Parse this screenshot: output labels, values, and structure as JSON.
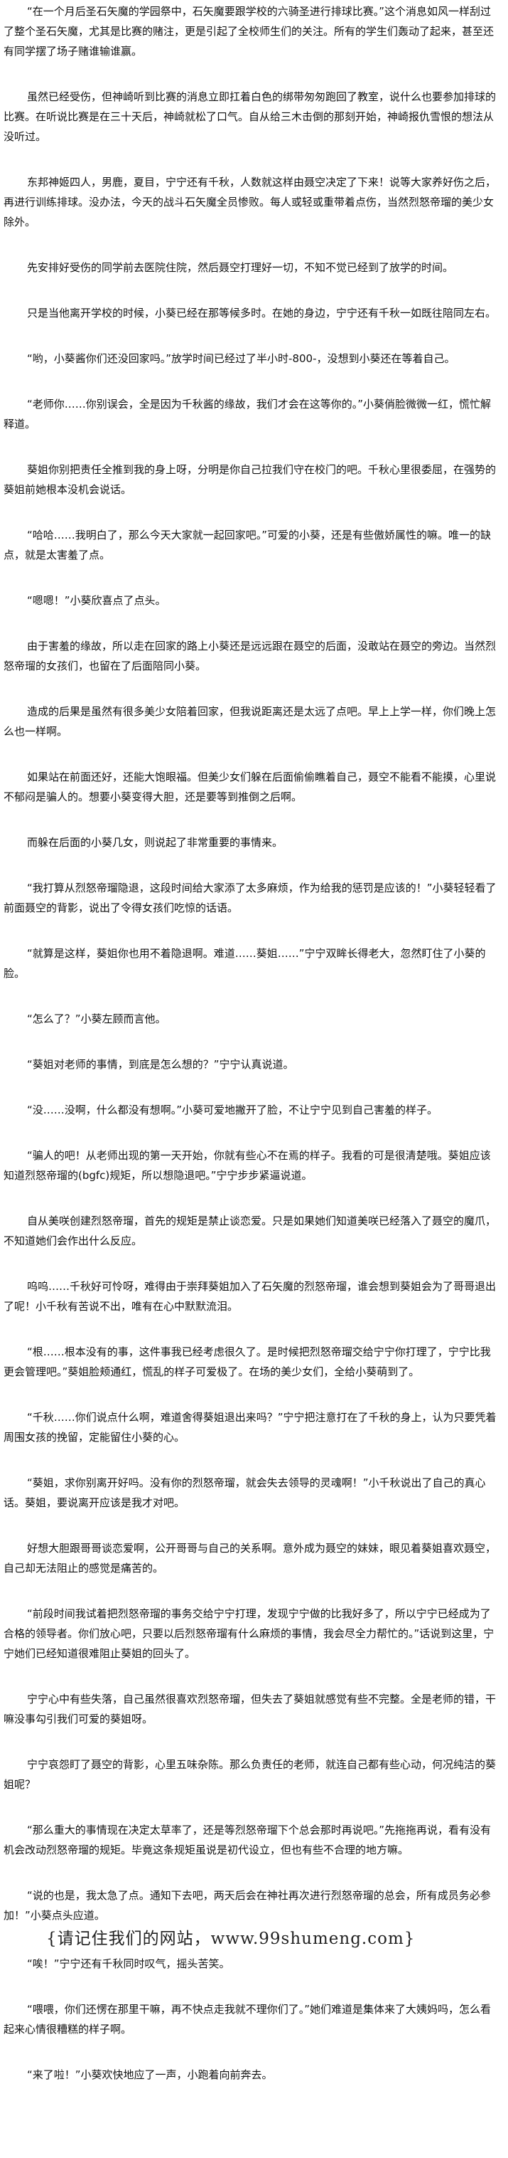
{
  "paragraphs": [
    "“在一个月后圣石矢魔的学园祭中，石矢魔要跟学校的六骑圣进行排球比赛。”这个消息如风一样刮过了整个圣石矢魔，尤其是比赛的赌注，更是引起了全校师生们的关注。所有的学生们轰动了起来，甚至还有同学摆了场子赌谁输谁赢。",
    "虽然已经受伤，但神崎听到比赛的消息立即扛着白色的绑带匆匆跑回了教室，说什么也要参加排球的比赛。在听说比赛是在三十天后，神崎就松了口气。自从给三木击倒的那刻开始，神崎报仇雪恨的想法从没听过。",
    "东邦神姬四人，男鹿，夏目，宁宁还有千秋，人数就这样由聂空决定了下来！说等大家养好伤之后，再进行训练排球。没办法，今天的战斗石矢魔全员惨败。每人或轻或重带着点伤，当然烈怒帝瑠的美少女除外。",
    "先安排好受伤的同学前去医院住院，然后聂空打理好一切，不知不觉已经到了放学的时间。",
    "只是当他离开学校的时候，小葵已经在那等候多时。在她的身边，宁宁还有千秋一如既往陪同左右。",
    "“哟，小葵酱你们还没回家吗。”放学时间已经过了半小时-800-，没想到小葵还在等着自己。",
    "“老师你……你别误会，全是因为千秋酱的缘故，我们才会在这等你的。”小葵俏脸微微一红，慌忙解释道。",
    "葵姐你别把责任全推到我的身上呀，分明是你自己拉我们守在校门的吧。千秋心里很委屈，在强势的葵姐前她根本没机会说话。",
    "“哈哈……我明白了，那么今天大家就一起回家吧。”可爱的小葵，还是有些傲娇属性的嘛。唯一的缺点，就是太害羞了点。",
    "“嗯嗯！”小葵欣喜点了点头。",
    "由于害羞的缘故，所以走在回家的路上小葵还是远远跟在聂空的后面，没敢站在聂空的旁边。当然烈怒帝瑠的女孩们，也留在了后面陪同小葵。",
    "造成的后果是虽然有很多美少女陪着回家，但我说距离还是太远了点吧。早上上学一样，你们晚上怎么也一样啊。",
    "如果站在前面还好，还能大饱眼福。但美少女们躲在后面偷偷瞧着自己，聂空不能看不能摸，心里说不郁闷是骗人的。想要小葵变得大胆，还是要等到推倒之后啊。",
    "而躲在后面的小葵几女，则说起了非常重要的事情来。",
    "“我打算从烈怒帝瑠隐退，这段时间给大家添了太多麻烦，作为给我的惩罚是应该的！”小葵轻轻看了前面聂空的背影，说出了令得女孩们吃惊的话语。",
    "“就算是这样，葵姐你也用不着隐退啊。难道……葵姐……”宁宁双眸长得老大，忽然盯住了小葵的脸。",
    "“怎么了？”小葵左顾而言他。",
    "“葵姐对老师的事情，到底是怎么想的？”宁宁认真说道。",
    "“没……没啊，什么都没有想啊。”小葵可爱地撇开了脸，不让宁宁见到自己害羞的样子。",
    "“骗人的吧！从老师出现的第一天开始，你就有些心不在焉的样子。我看的可是很清楚哦。葵姐应该知道烈怒帝瑠的(bgfc)规矩，所以想隐退吧。”宁宁步步紧逼说道。",
    "自从美咲创建烈怒帝瑠，首先的规矩是禁止谈恋爱。只是如果她们知道美咲已经落入了聂空的魔爪，不知道她们会作出什么反应。",
    "呜呜……千秋好可怜呀，难得由于崇拜葵姐加入了石矢魔的烈怒帝瑠，谁会想到葵姐会为了哥哥退出了呢！小千秋有苦说不出，唯有在心中默默流泪。",
    "“根……根本没有的事，这件事我已经考虑很久了。是时候把烈怒帝瑠交给宁宁你打理了，宁宁比我更会管理吧。”葵姐脸颊通红，慌乱的样子可爱极了。在场的美少女们，全给小葵萌到了。",
    "“千秋……你们说点什么啊，难道舍得葵姐退出来吗？”宁宁把注意打在了千秋的身上，认为只要凭着周围女孩的挽留，定能留住小葵的心。",
    "“葵姐，求你别离开好吗。没有你的烈怒帝瑠，就会失去领导的灵魂啊！”小千秋说出了自己的真心话。葵姐，要说离开应该是我才对吧。",
    "好想大胆跟哥哥谈恋爱啊，公开哥哥与自己的关系啊。意外成为聂空的妹妹，眼见着葵姐喜欢聂空，自己却无法阻止的感觉是痛苦的。",
    "“前段时间我试着把烈怒帝瑠的事务交给宁宁打理，发现宁宁做的比我好多了，所以宁宁已经成为了合格的领导者。你们放心吧，只要以后烈怒帝瑠有什么麻烦的事情，我会尽全力帮忙的。”话说到这里，宁宁她们已经知道很难阻止葵姐的回头了。",
    "宁宁心中有些失落，自己虽然很喜欢烈怒帝瑠，但失去了葵姐就感觉有些不完整。全是老师的错，干嘛没事勾引我们可爱的葵姐呀。",
    "宁宁哀怨盯了聂空的背影，心里五味杂陈。那么负责任的老师，就连自己都有些心动，何况纯洁的葵姐呢？",
    "“那么重大的事情现在决定太草率了，还是等烈怒帝瑠下个总会那时再说吧。”先拖拖再说，看有没有机会改动烈怒帝瑠的规矩。毕竟这条规矩虽说是初代设立，但也有些不合理的地方嘛。",
    "“说的也是，我太急了点。通知下去吧，两天后会在神社再次进行烈怒帝瑠的总会，所有成员务必参加！”小葵点头应道。",
    "“唉！”宁宁还有千秋同时叹气，摇头苦笑。",
    "“喂喂，你们还愣在那里干嘛，再不快点走我就不理你们了。”她们难道是集体来了大姨妈吗，怎么看起来心情很糟糕的样子啊。",
    "“来了啦！”小葵欢快地应了一声，小跑着向前奔去。"
  ],
  "watermark": "{请记住我们的网站，www.99shumeng.com}"
}
